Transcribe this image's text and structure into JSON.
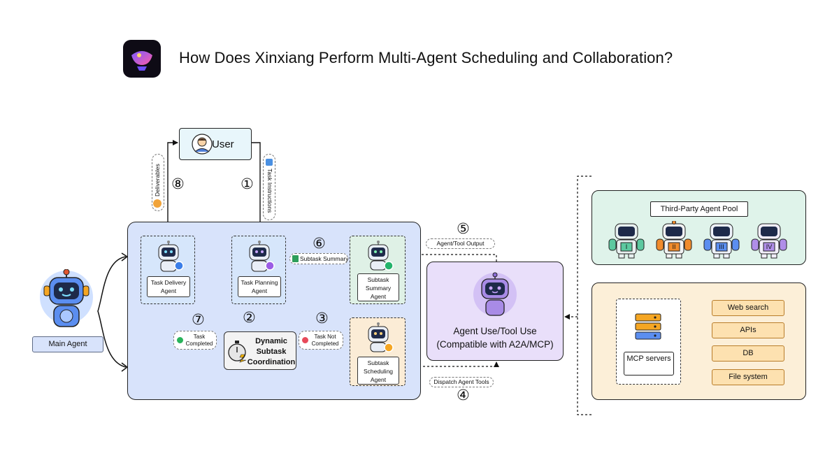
{
  "title": "How Does Xinxiang Perform Multi-Agent Scheduling and Collaboration?",
  "user": {
    "label": "User"
  },
  "main_agent": {
    "label": "Main Agent"
  },
  "agents": {
    "task_delivery": "Task Delivery Agent",
    "task_planning": "Task Planning Agent",
    "subtask_summary": "Subtask Summary Agent",
    "subtask_scheduling": "Subtask Scheduling Agent"
  },
  "coordination": {
    "label": "Dynamic Subtask Coordination"
  },
  "tool_use": {
    "line1": "Agent Use/Tool Use",
    "line2": "(Compatible with A2A/MCP)"
  },
  "edges": {
    "deliverables": "Deliverables",
    "task_instructions": "Task Instructions",
    "subtask_summary": "Subtask Summary",
    "agent_tool_output": "Agent/Tool Output",
    "dispatch_agent_tools": "Dispatch Agent Tools",
    "task_completed": "Task Completed",
    "task_not_completed": "Task Not Completed"
  },
  "steps": {
    "s1": "①",
    "s2": "②",
    "s3": "③",
    "s4": "④",
    "s5": "⑤",
    "s6": "⑥",
    "s7": "⑦",
    "s8": "⑧"
  },
  "third_party_pool": {
    "title": "Third-Party Agent Pool",
    "robots": [
      "I",
      "II",
      "III",
      "IV"
    ]
  },
  "mcp": {
    "servers_label": "MCP servers",
    "tools": [
      "Web search",
      "APIs",
      "DB",
      "File system"
    ]
  },
  "colors": {
    "panel_blue": "#d8e3fb",
    "panel_purple": "#e9dffa",
    "panel_green": "#dff3ea",
    "panel_orange": "#fcefd8",
    "tool_orange": "#fde1b0"
  }
}
